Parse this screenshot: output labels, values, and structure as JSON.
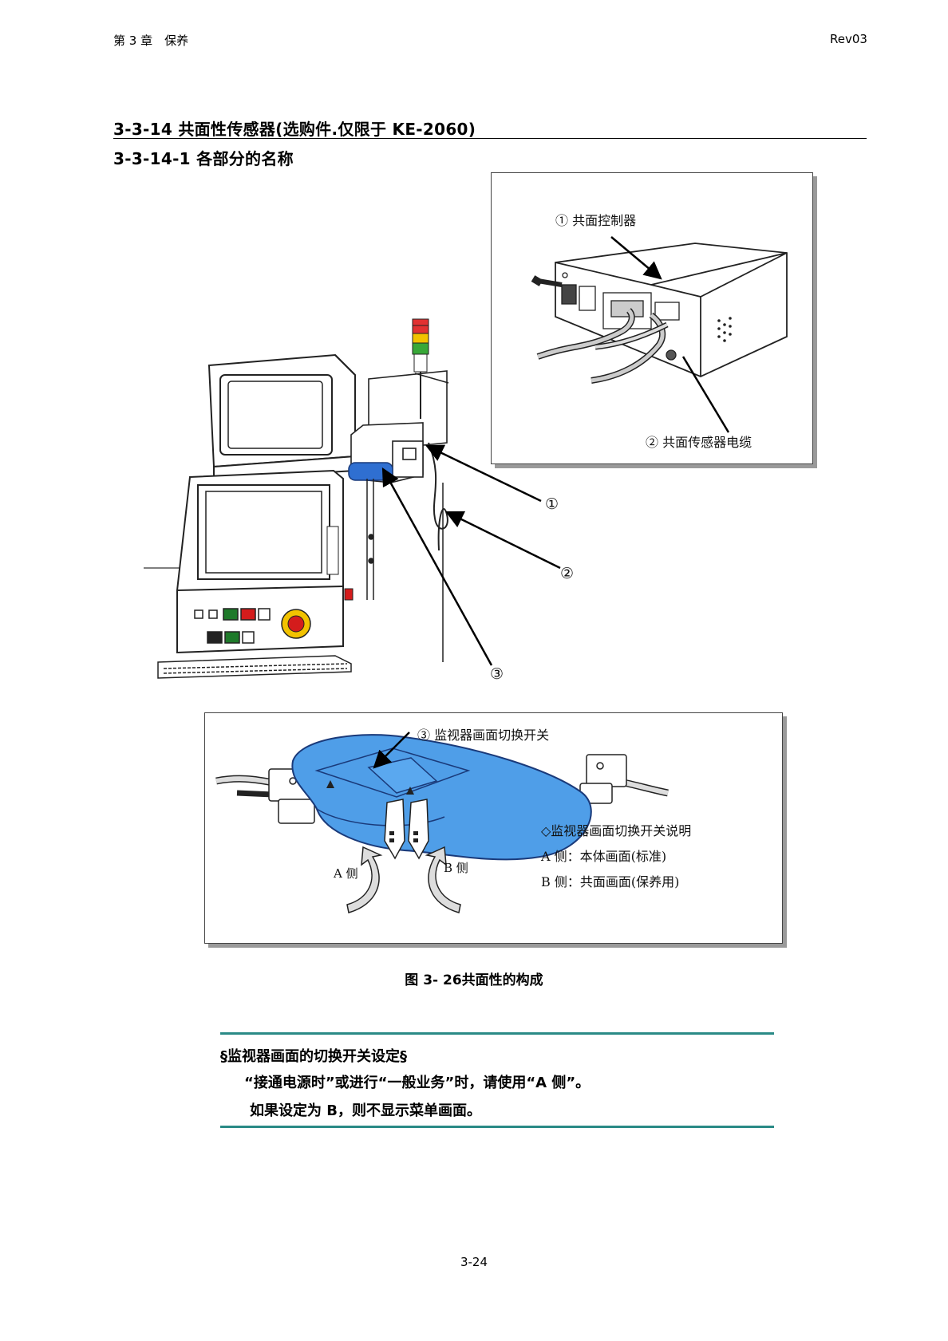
{
  "header": {
    "chapter": "第 3 章　保养",
    "revision": "Rev03"
  },
  "section": {
    "title": "3-3-14  共面性传感器(选购件.仅限于 KE-2060)",
    "subtitle": "3-3-14-1  各部分的名称"
  },
  "figure1": {
    "callouts": [
      "①",
      "②",
      "③"
    ],
    "inset_controller_label": "① 共面控制器",
    "inset_cable_label": "② 共面传感器电缆"
  },
  "figure2": {
    "switch_label": "③ 监视器画面切换开关",
    "side_a": "A 侧",
    "side_b": "B 侧",
    "legend_title": "◇监视器画面切换开关说明",
    "legend_a": "A 侧：本体画面(标准)",
    "legend_b": "B 侧：共面画面(保养用)"
  },
  "caption": "图 3- 26共面性的构成",
  "note": {
    "title": "§监视器画面的切换开关设定§",
    "line1": "“接通电源时”或进行“一般业务”时，请使用“A 侧”。",
    "line2": "如果设定为 B，则不显示菜单画面。"
  },
  "footer": {
    "page": "3-24"
  },
  "colors": {
    "note_rule": "#2a8a86",
    "switch_body": "#4f9ee8",
    "emergency": "#d41c1c",
    "beacon_red": "#e23131",
    "beacon_yellow": "#f2c200",
    "beacon_green": "#38a838"
  }
}
